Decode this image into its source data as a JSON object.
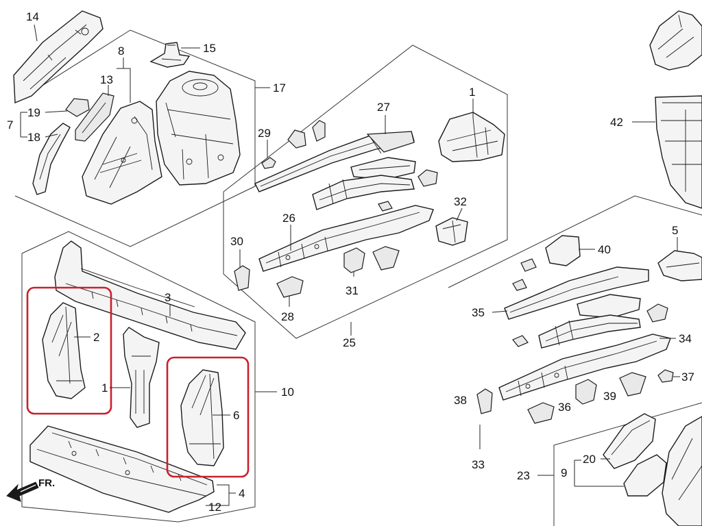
{
  "callouts": [
    {
      "id": "14",
      "text": "14"
    },
    {
      "id": "8",
      "text": "8"
    },
    {
      "id": "15",
      "text": "15"
    },
    {
      "id": "13",
      "text": "13"
    },
    {
      "id": "17",
      "text": "17"
    },
    {
      "id": "19",
      "text": "19"
    },
    {
      "id": "7",
      "text": "7"
    },
    {
      "id": "18",
      "text": "18"
    },
    {
      "id": "1a",
      "text": "1"
    },
    {
      "id": "27",
      "text": "27"
    },
    {
      "id": "29",
      "text": "29"
    },
    {
      "id": "32",
      "text": "32"
    },
    {
      "id": "26",
      "text": "26"
    },
    {
      "id": "30",
      "text": "30"
    },
    {
      "id": "31",
      "text": "31"
    },
    {
      "id": "28",
      "text": "28"
    },
    {
      "id": "25",
      "text": "25"
    },
    {
      "id": "3",
      "text": "3"
    },
    {
      "id": "2",
      "text": "2"
    },
    {
      "id": "1b",
      "text": "1"
    },
    {
      "id": "6",
      "text": "6"
    },
    {
      "id": "10",
      "text": "10"
    },
    {
      "id": "4",
      "text": "4"
    },
    {
      "id": "12",
      "text": "12"
    },
    {
      "id": "42",
      "text": "42"
    },
    {
      "id": "5",
      "text": "5"
    },
    {
      "id": "40",
      "text": "40"
    },
    {
      "id": "35",
      "text": "35"
    },
    {
      "id": "34",
      "text": "34"
    },
    {
      "id": "37",
      "text": "37"
    },
    {
      "id": "38",
      "text": "38"
    },
    {
      "id": "36",
      "text": "36"
    },
    {
      "id": "39",
      "text": "39"
    },
    {
      "id": "33",
      "text": "33"
    },
    {
      "id": "20",
      "text": "20"
    },
    {
      "id": "9",
      "text": "9"
    },
    {
      "id": "23",
      "text": "23"
    }
  ],
  "front_arrow": {
    "label": "FR."
  },
  "colors": {
    "highlight": "#c8202a",
    "line": "#1a1a1a"
  }
}
